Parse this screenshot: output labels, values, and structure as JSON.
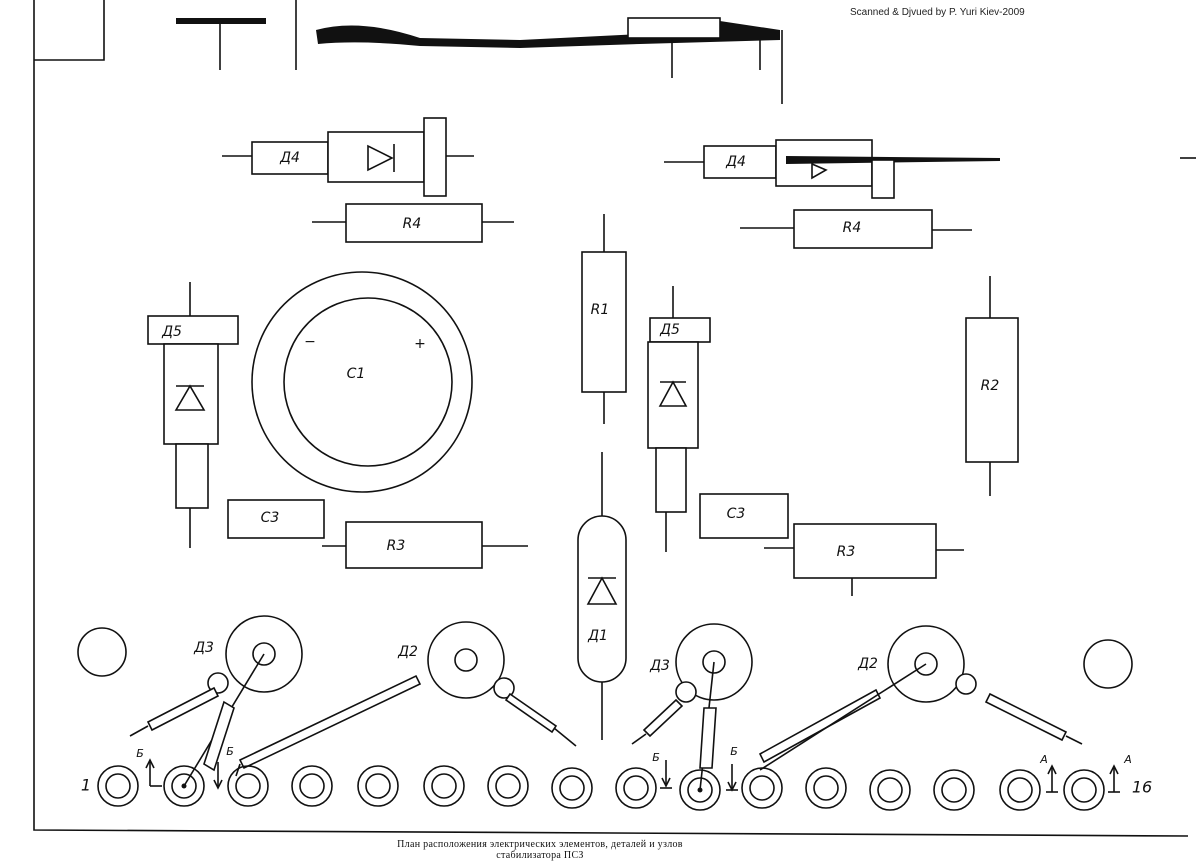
{
  "credit": "Scanned & Djvued by P. Yuri Kiev-2009",
  "caption": {
    "line1": "План расположения электрических элементов, деталей и узлов",
    "line2": "стабилизатора ПСЗ"
  },
  "labels": {
    "d4": "Д4",
    "r4": "R4",
    "d5": "Д5",
    "c1": "C1",
    "c1_minus": "−",
    "c1_plus": "+",
    "r1": "R1",
    "r2": "R2",
    "c3": "C3",
    "r3": "R3",
    "d1": "Д1",
    "d3": "Д3",
    "d2": "Д2",
    "pin_first": "1",
    "pin_last": "16",
    "section_b": "Б",
    "section_a": "А"
  }
}
